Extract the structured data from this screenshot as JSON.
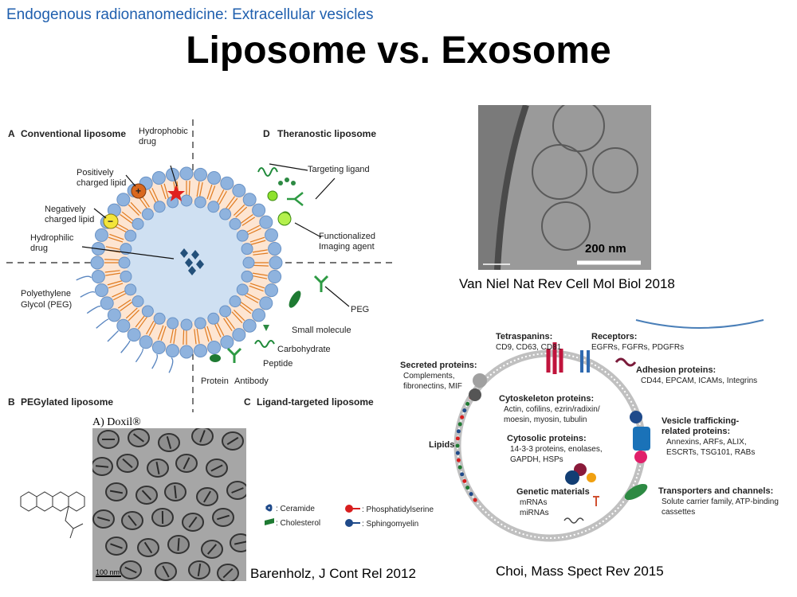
{
  "header": {
    "subtitle": "Endogenous radionanomedicine: Extracellular vesicles",
    "title": "Liposome vs. Exosome"
  },
  "liposome_figure": {
    "panel_a": "A",
    "panel_a_title": "Conventional liposome",
    "panel_b": "B",
    "panel_b_title": "PEGylated liposome",
    "panel_c": "C",
    "panel_c_title": "Ligand-targeted liposome",
    "panel_d": "D",
    "panel_d_title": "Theranostic liposome",
    "labels": {
      "hydrophobic_drug": [
        "Hydrophobic",
        "drug"
      ],
      "positively_charged_lipid": [
        "Positively",
        "charged lipid"
      ],
      "negatively_charged_lipid": [
        "Negatively",
        "charged lipid"
      ],
      "hydrophilic_drug": [
        "Hydrophilic",
        "drug"
      ],
      "peg_left": [
        "Polyethylene",
        "Glycol (PEG)"
      ],
      "targeting_ligand": "Targeting ligand",
      "functionalized_imaging": [
        "Functionalized",
        "Imaging agent"
      ],
      "peg_right": "PEG",
      "small_molecule": "Small molecule",
      "carbohydrate": "Carbohydrate",
      "peptide": "Peptide",
      "protein": "Protein",
      "antibody": "Antibody"
    }
  },
  "cryo_em": {
    "scale_bar": "200 nm",
    "caption": "Van Niel Nat Rev Cell Mol Biol 2018"
  },
  "doxil": {
    "label": "A) Doxil®",
    "scale_bar": "100 nm",
    "caption": "Barenholz, J Cont Rel 2012"
  },
  "exosome_figure": {
    "tetraspanins_title": "Tetraspanins:",
    "tetraspanins_items": "CD9, CD63, CD81",
    "receptors_title": "Receptors:",
    "receptors_items": "EGFRs, FGFRs, PDGFRs",
    "secreted_title": "Secreted proteins:",
    "secreted_items": [
      "Complements,",
      "fibronectins, MIF"
    ],
    "adhesion_title": "Adhesion proteins:",
    "adhesion_items": "CD44, EPCAM, ICAMs, Integrins",
    "cytoskeleton_title": "Cytoskeleton proteins:",
    "cytoskeleton_items": [
      "Actin, cofilins, ezrin/radixin/",
      "moesin, myosin, tubulin"
    ],
    "lipids_title": "Lipids",
    "vesicle_title": [
      "Vesicle trafficking-",
      "related proteins:"
    ],
    "vesicle_items": [
      "Annexins, ARFs, ALIX,",
      "ESCRTs, TSG101, RABs"
    ],
    "cytosolic_title": "Cytosolic proteins:",
    "cytosolic_items": [
      "14-3-3 proteins, enolases,",
      "GAPDH, HSPs"
    ],
    "genetic_title": "Genetic materials",
    "genetic_items": [
      "mRNAs",
      "miRNAs"
    ],
    "transporters_title": "Transporters and channels:",
    "transporters_items": [
      "Solute carrier family, ATP-binding",
      "cassettes"
    ],
    "legend": {
      "ceramide": ": Ceramide",
      "cholesterol": ": Cholesterol",
      "phosphatidylserine": ": Phosphatidylserine",
      "sphingomyelin": ": Sphingomyelin"
    },
    "caption": "Choi, Mass Spect Rev 2015"
  }
}
